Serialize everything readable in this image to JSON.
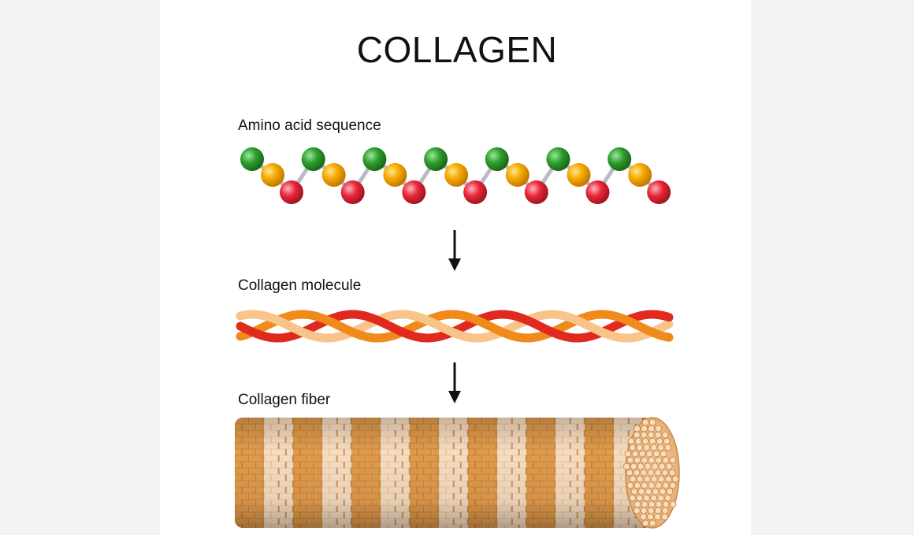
{
  "title": "COLLAGEN",
  "stages": [
    {
      "label": "Amino acid sequence"
    },
    {
      "label": "Collagen molecule"
    },
    {
      "label": "Collagen fiber"
    }
  ],
  "colors": {
    "background": "#ffffff",
    "outer_background": "#f3f3f3",
    "amino_green": "#2e9e2e",
    "amino_orange": "#f5a800",
    "amino_red": "#e8263a",
    "strand_red": "#e02a1f",
    "strand_orange": "#f08a1a",
    "strand_light": "#f9c48a",
    "fiber_dark": "#e09a4a",
    "fiber_light": "#f6dcc0",
    "arrow": "#111111"
  }
}
